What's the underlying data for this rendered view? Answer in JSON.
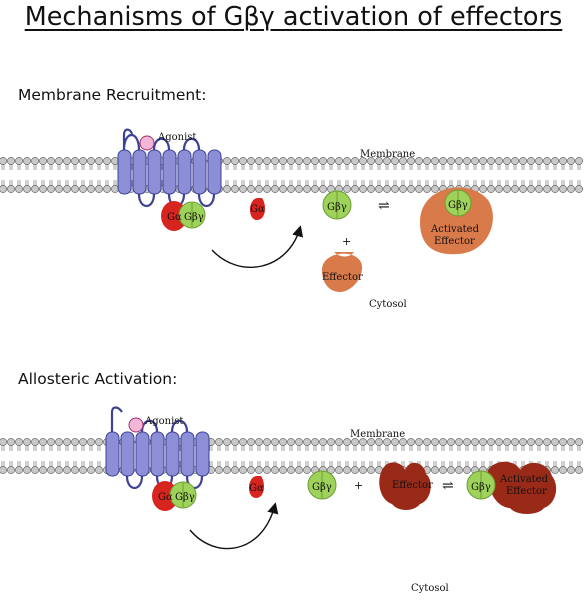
{
  "title": "Mechanisms of Gβγ activation of effectors",
  "panels": [
    {
      "heading": "Membrane Recruitment:",
      "agonist": "Agonist",
      "membrane": "Membrane",
      "cytosol": "Cytosol",
      "galpha": "Gα",
      "gbg": "Gβγ",
      "plus": "+",
      "effector": "Effector",
      "activated_line1": "Activated",
      "activated_line2": "Effector",
      "equilibrium": "⇌"
    },
    {
      "heading": "Allosteric Activation:",
      "agonist": "Agonist",
      "membrane": "Membrane",
      "cytosol": "Cytosol",
      "galpha": "Gα",
      "gbg": "Gβγ",
      "plus": "+",
      "effector": "Effector",
      "activated_line1": "Activated",
      "activated_line2": "Effector",
      "equilibrium": "⇌"
    }
  ],
  "colors": {
    "receptor": "#8c8fd6",
    "receptor_stroke": "#3e4295",
    "agonist": "#f2b6d6",
    "galpha": "#d8241f",
    "gbg": "#9ed25a",
    "effector_recruit": "#d97a4a",
    "effector_allosteric": "#9a2a18",
    "lipid_head": "#c8c8c8"
  },
  "icons": {
    "arrow": "curved-arrow-icon",
    "equilibrium": "equilibrium-arrows-icon"
  }
}
